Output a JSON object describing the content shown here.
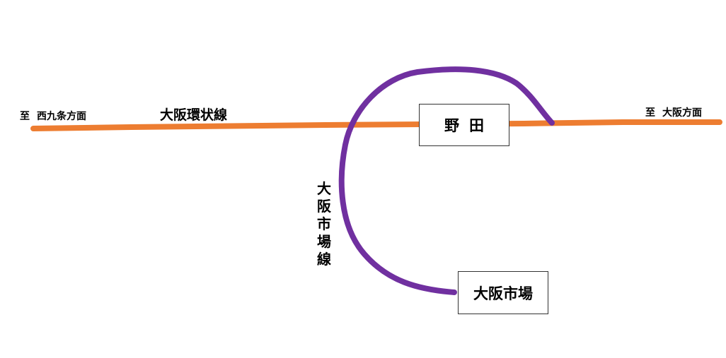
{
  "lines": {
    "osaka_loop": {
      "name": "大阪環状線",
      "color": "#ED7D31"
    },
    "osaka_market": {
      "name": "大阪市場線",
      "color": "#7030A0"
    }
  },
  "stations": {
    "noda": "野田",
    "osaka_shijo": "大阪市場"
  },
  "directions": {
    "left": {
      "prefix": "至",
      "destination": "西九条方面"
    },
    "right": {
      "prefix": "至",
      "destination": "大阪方面"
    }
  }
}
